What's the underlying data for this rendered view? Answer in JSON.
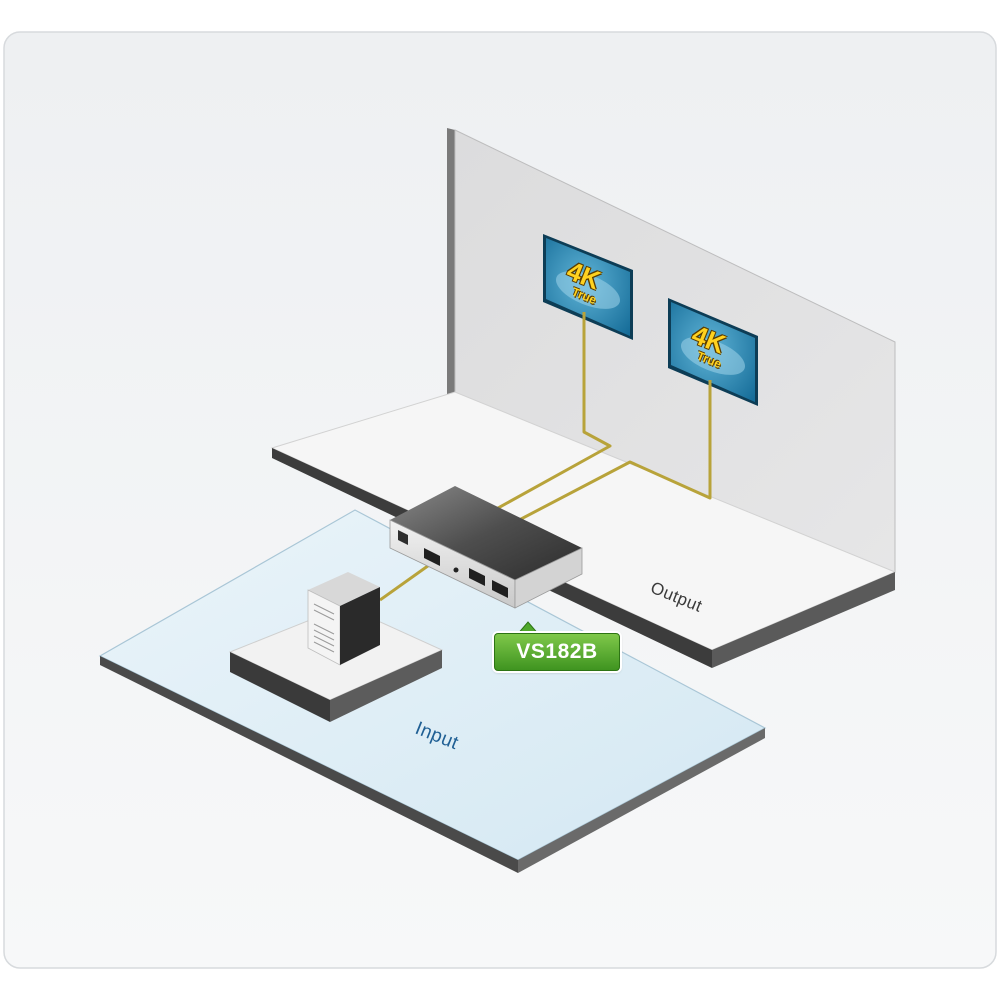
{
  "diagram": {
    "output_label": "Output",
    "input_label": "Input",
    "model_label": "VS182B",
    "display_badge_text": "4K",
    "display_badge_subtext": "True"
  },
  "colors": {
    "cable": "#b8a33a",
    "badge_green": "#4fa82b",
    "display_blue": "#1f7aa8",
    "input_blue": "#1f5f94"
  }
}
